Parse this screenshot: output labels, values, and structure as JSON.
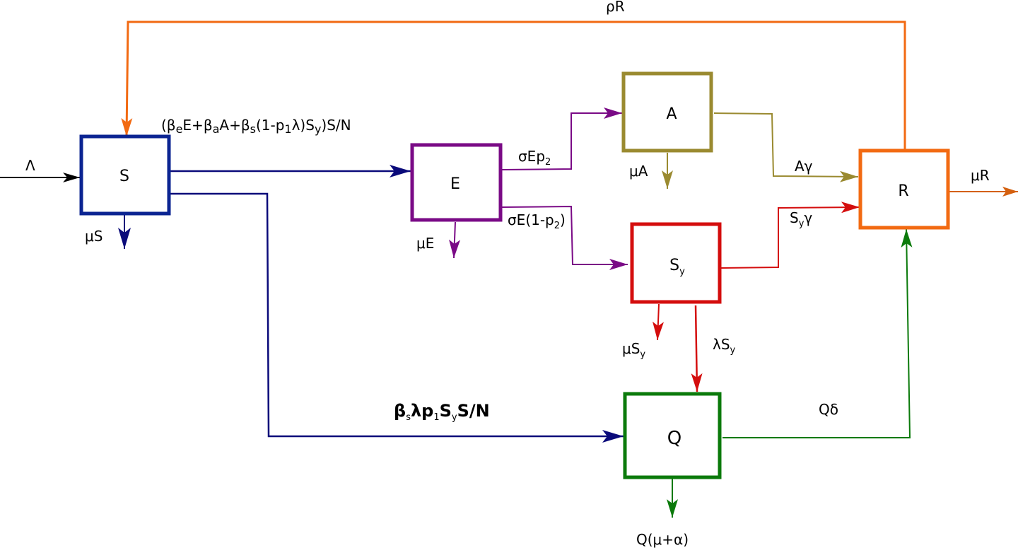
{
  "colors": {
    "black": "#000000",
    "navy": "#0a0a7a",
    "s_border": "#0b2492",
    "purple": "#7a0a86",
    "olive": "#9a8a30",
    "red": "#d40d0d",
    "orange": "#f26a12",
    "green": "#0b7a0b"
  },
  "nodes": {
    "S": {
      "label": "S"
    },
    "E": {
      "label": "E"
    },
    "A": {
      "label": "A"
    },
    "Sy": {
      "label": "S",
      "sub": "y"
    },
    "R": {
      "label": "R"
    },
    "Q": {
      "label": "Q"
    }
  },
  "labels": {
    "recruitment": "Λ",
    "mu_s": "μS",
    "rho_r": "ρR",
    "mu_e": "μE",
    "sigma_ep2": {
      "a": "σEp",
      "sub": "2"
    },
    "sigma_e1p2": {
      "a": "σE(1-p",
      "sub": "2",
      "b": ")"
    },
    "mu_a": "μA",
    "a_gamma": "Aγ",
    "sy_gamma": {
      "a": "S",
      "sub": "y",
      "b": "γ"
    },
    "mu_r": "μR",
    "mu_sy": {
      "a": "μS",
      "sub": "y"
    },
    "lambda_sy": {
      "a": "λS",
      "sub": "y"
    },
    "q_delta": "Qδ",
    "q_mu_alpha": "Q(μ+α)",
    "infection": {
      "p1": "(β",
      "s1": "e",
      "p2": "E+β",
      "s2": "a",
      "p3": "A+β",
      "s3": "s",
      "p4": "(1-p",
      "s4": "1",
      "p5": "λ)S",
      "s5": "y",
      "p6": ")S/N"
    },
    "quarantine": {
      "p1": "β",
      "s1": "s",
      "p2": "λp",
      "s2": "1",
      "p3": "S",
      "s3": "y",
      "p4": "S/N"
    }
  }
}
